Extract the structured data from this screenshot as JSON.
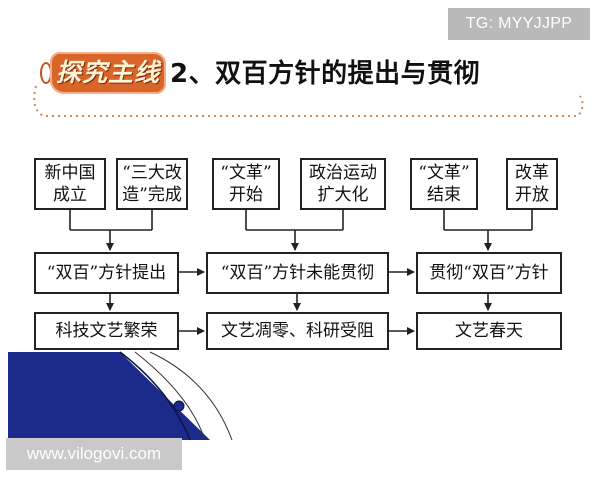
{
  "watermark_top": "TG: MYYJJPP",
  "watermark_bottom": "www.vilogovi.com",
  "header": {
    "badge_text": "探究主线",
    "title": "2、双百方针的提出与贯彻"
  },
  "top_events": [
    {
      "line1": "新中国",
      "line2": "成立"
    },
    {
      "line1": "“三大改",
      "line2": "造”完成"
    },
    {
      "line1": "“文革”",
      "line2": "开始"
    },
    {
      "line1": "政治运动",
      "line2": "扩大化"
    },
    {
      "line1": "“文革”",
      "line2": "结束"
    },
    {
      "line1": "改革",
      "line2": "开放"
    }
  ],
  "policy_stages": [
    "“双百”方针提出",
    "“双百”方针未能贯彻",
    "贯彻“双百”方针"
  ],
  "outcomes": [
    "科技文艺繁荣",
    "文艺凋零、科研受阻",
    "文艺春天"
  ],
  "colors": {
    "accent": "#d9652a",
    "dotted_line": "#d4874f",
    "corner_blue": "#1c2a8c"
  }
}
